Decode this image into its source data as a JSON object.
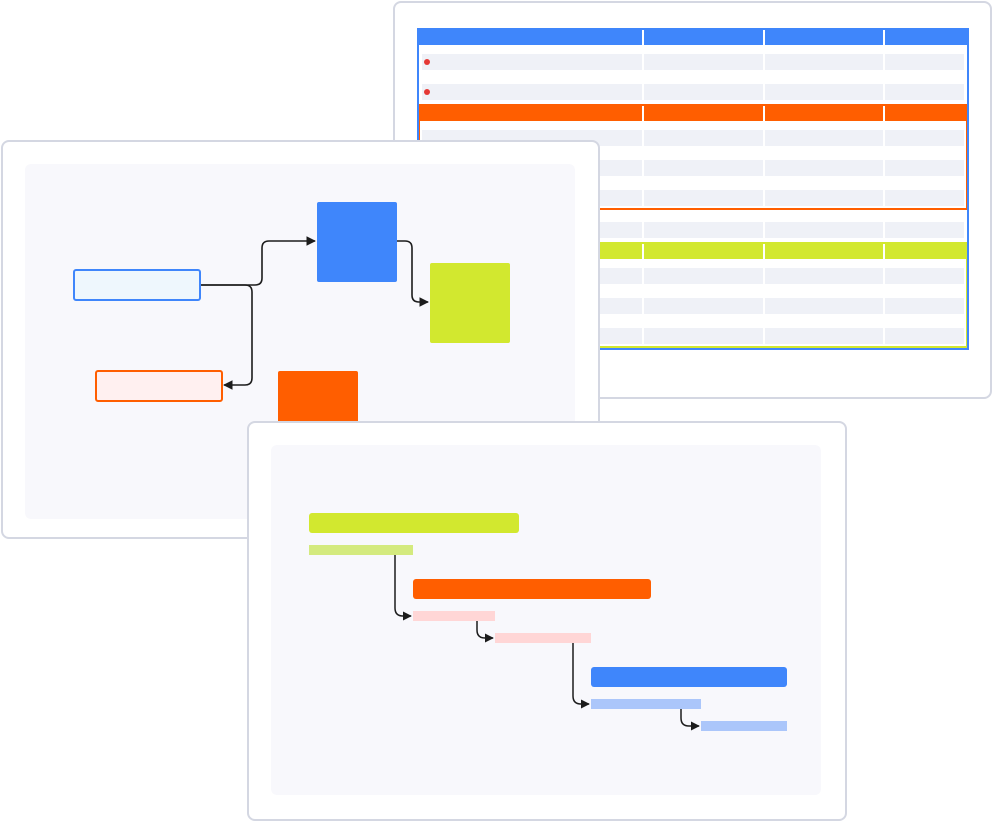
{
  "colors": {
    "blue": "#3f86fb",
    "orange": "#ff5e00",
    "lime": "#d2e82f",
    "lime_light": "#d4ea7e",
    "pink_light": "#ffd6d6",
    "blue_light": "#abc6fa",
    "row_fill": "#eff1f7",
    "canvas_fill": "#f8f8fc",
    "card_border": "#d4d7e2",
    "dot_red": "#e53935",
    "arrow": "#1c1c1c"
  },
  "table_preview": {
    "columns": 4,
    "bands": [
      {
        "name": "blue-group",
        "color_key": "blue",
        "rows": 2,
        "dots": [
          true,
          true
        ]
      },
      {
        "name": "orange-group",
        "color_key": "orange",
        "rows": 3,
        "dots": [
          false,
          false,
          false
        ]
      },
      {
        "name": "plain-group",
        "color_key": "",
        "rows": 1,
        "dots": [
          false
        ]
      },
      {
        "name": "lime-group",
        "color_key": "lime",
        "rows": 3,
        "dots": [
          false,
          false,
          false
        ]
      }
    ]
  },
  "flow_preview": {
    "nodes": [
      {
        "id": "node-a",
        "kind": "outline",
        "color_key": "blue"
      },
      {
        "id": "node-b",
        "kind": "solid",
        "color_key": "blue"
      },
      {
        "id": "node-c",
        "kind": "solid",
        "color_key": "lime"
      },
      {
        "id": "node-d",
        "kind": "outline",
        "color_key": "orange"
      },
      {
        "id": "node-e",
        "kind": "solid",
        "color_key": "orange"
      }
    ],
    "edges": [
      {
        "from": "node-a",
        "to": "node-b"
      },
      {
        "from": "node-b",
        "to": "node-c"
      },
      {
        "from": "node-a",
        "to": "node-d"
      }
    ]
  },
  "gantt_preview": {
    "groups": [
      {
        "name": "lime-phase",
        "color_key": "lime",
        "task_color_key": "lime_light",
        "tasks": 1
      },
      {
        "name": "orange-phase",
        "color_key": "orange",
        "task_color_key": "pink_light",
        "tasks": 2
      },
      {
        "name": "blue-phase",
        "color_key": "blue",
        "task_color_key": "blue_light",
        "tasks": 2
      }
    ],
    "dependencies": 4
  }
}
